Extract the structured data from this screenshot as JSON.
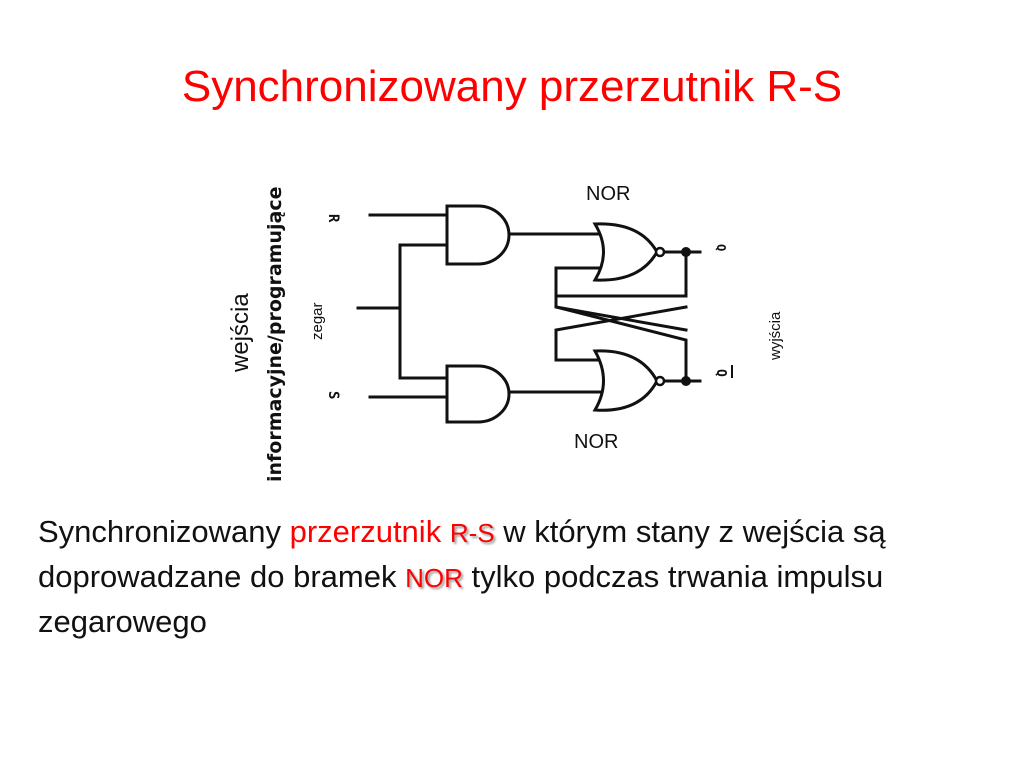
{
  "slide": {
    "title": "Synchronizowany przerzutnik R-S"
  },
  "diagram": {
    "label_nor_top": "NOR",
    "label_nor_bottom": "NOR",
    "label_r": "R",
    "label_s": "S",
    "label_q": "Q",
    "label_qbar": "Q",
    "label_zegar": "zegar",
    "label_wejscia": "wejścia",
    "label_informacyjne": "informacyjne/programujące",
    "label_wyjscia": "wyjścia"
  },
  "text": {
    "part1": "Synchronizowany ",
    "part2": "przerzutnik ",
    "part3": "R-S",
    "part4": " w którym stany z wejścia są doprowadzane do bramek ",
    "part5": "NOR",
    "part6": " tylko podczas trwania impulsu zegarowego"
  }
}
